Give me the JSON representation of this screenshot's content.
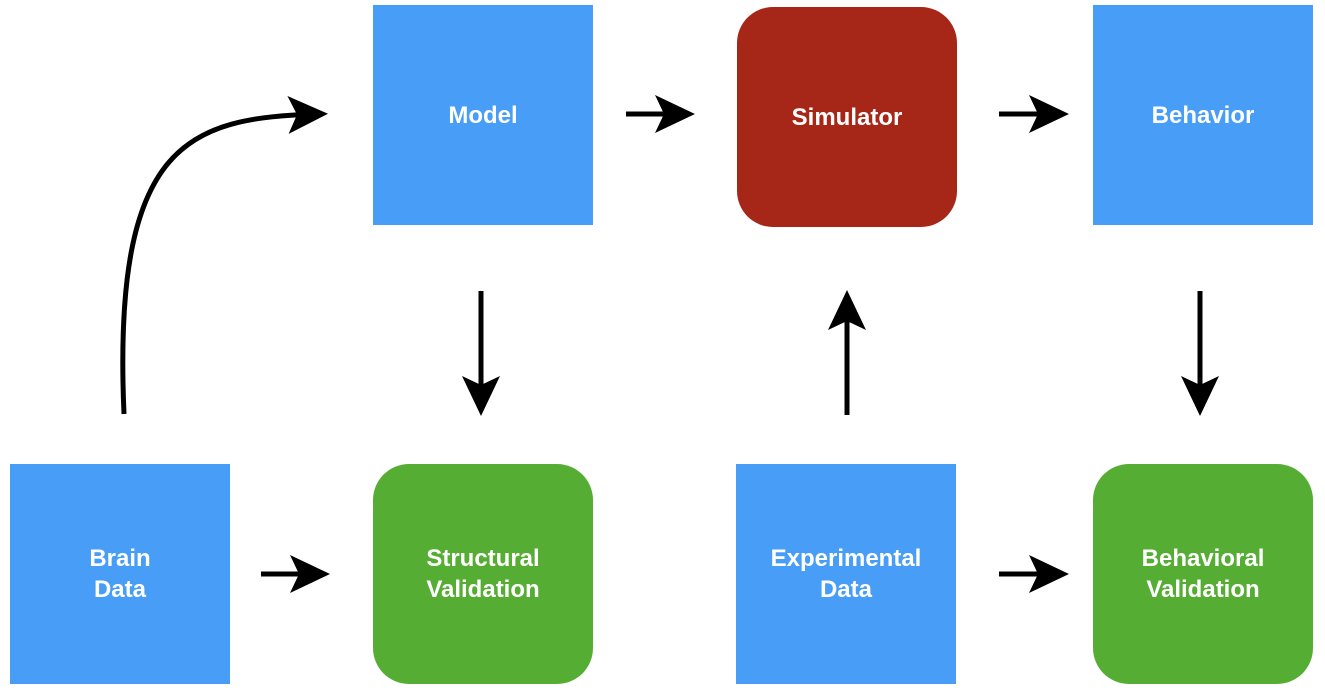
{
  "colors": {
    "blue_box": "#489DF7",
    "red_box": "#A62718",
    "green_box": "#55AE33",
    "arrow": "#000000",
    "text": "#FFFFFF"
  },
  "nodes": {
    "model": "Model",
    "simulator": "Simulator",
    "behavior": "Behavior",
    "brain_data": "Brain\nData",
    "structural_validation": "Structural\nValidation",
    "experimental_data": "Experimental\nData",
    "behavioral_validation": "Behavioral\nValidation"
  },
  "edges": [
    {
      "from": "brain_data",
      "to": "model"
    },
    {
      "from": "model",
      "to": "simulator"
    },
    {
      "from": "simulator",
      "to": "behavior"
    },
    {
      "from": "model",
      "to": "structural_validation"
    },
    {
      "from": "experimental_data",
      "to": "simulator"
    },
    {
      "from": "behavior",
      "to": "behavioral_validation"
    },
    {
      "from": "brain_data",
      "to": "structural_validation"
    },
    {
      "from": "experimental_data",
      "to": "behavioral_validation"
    }
  ]
}
